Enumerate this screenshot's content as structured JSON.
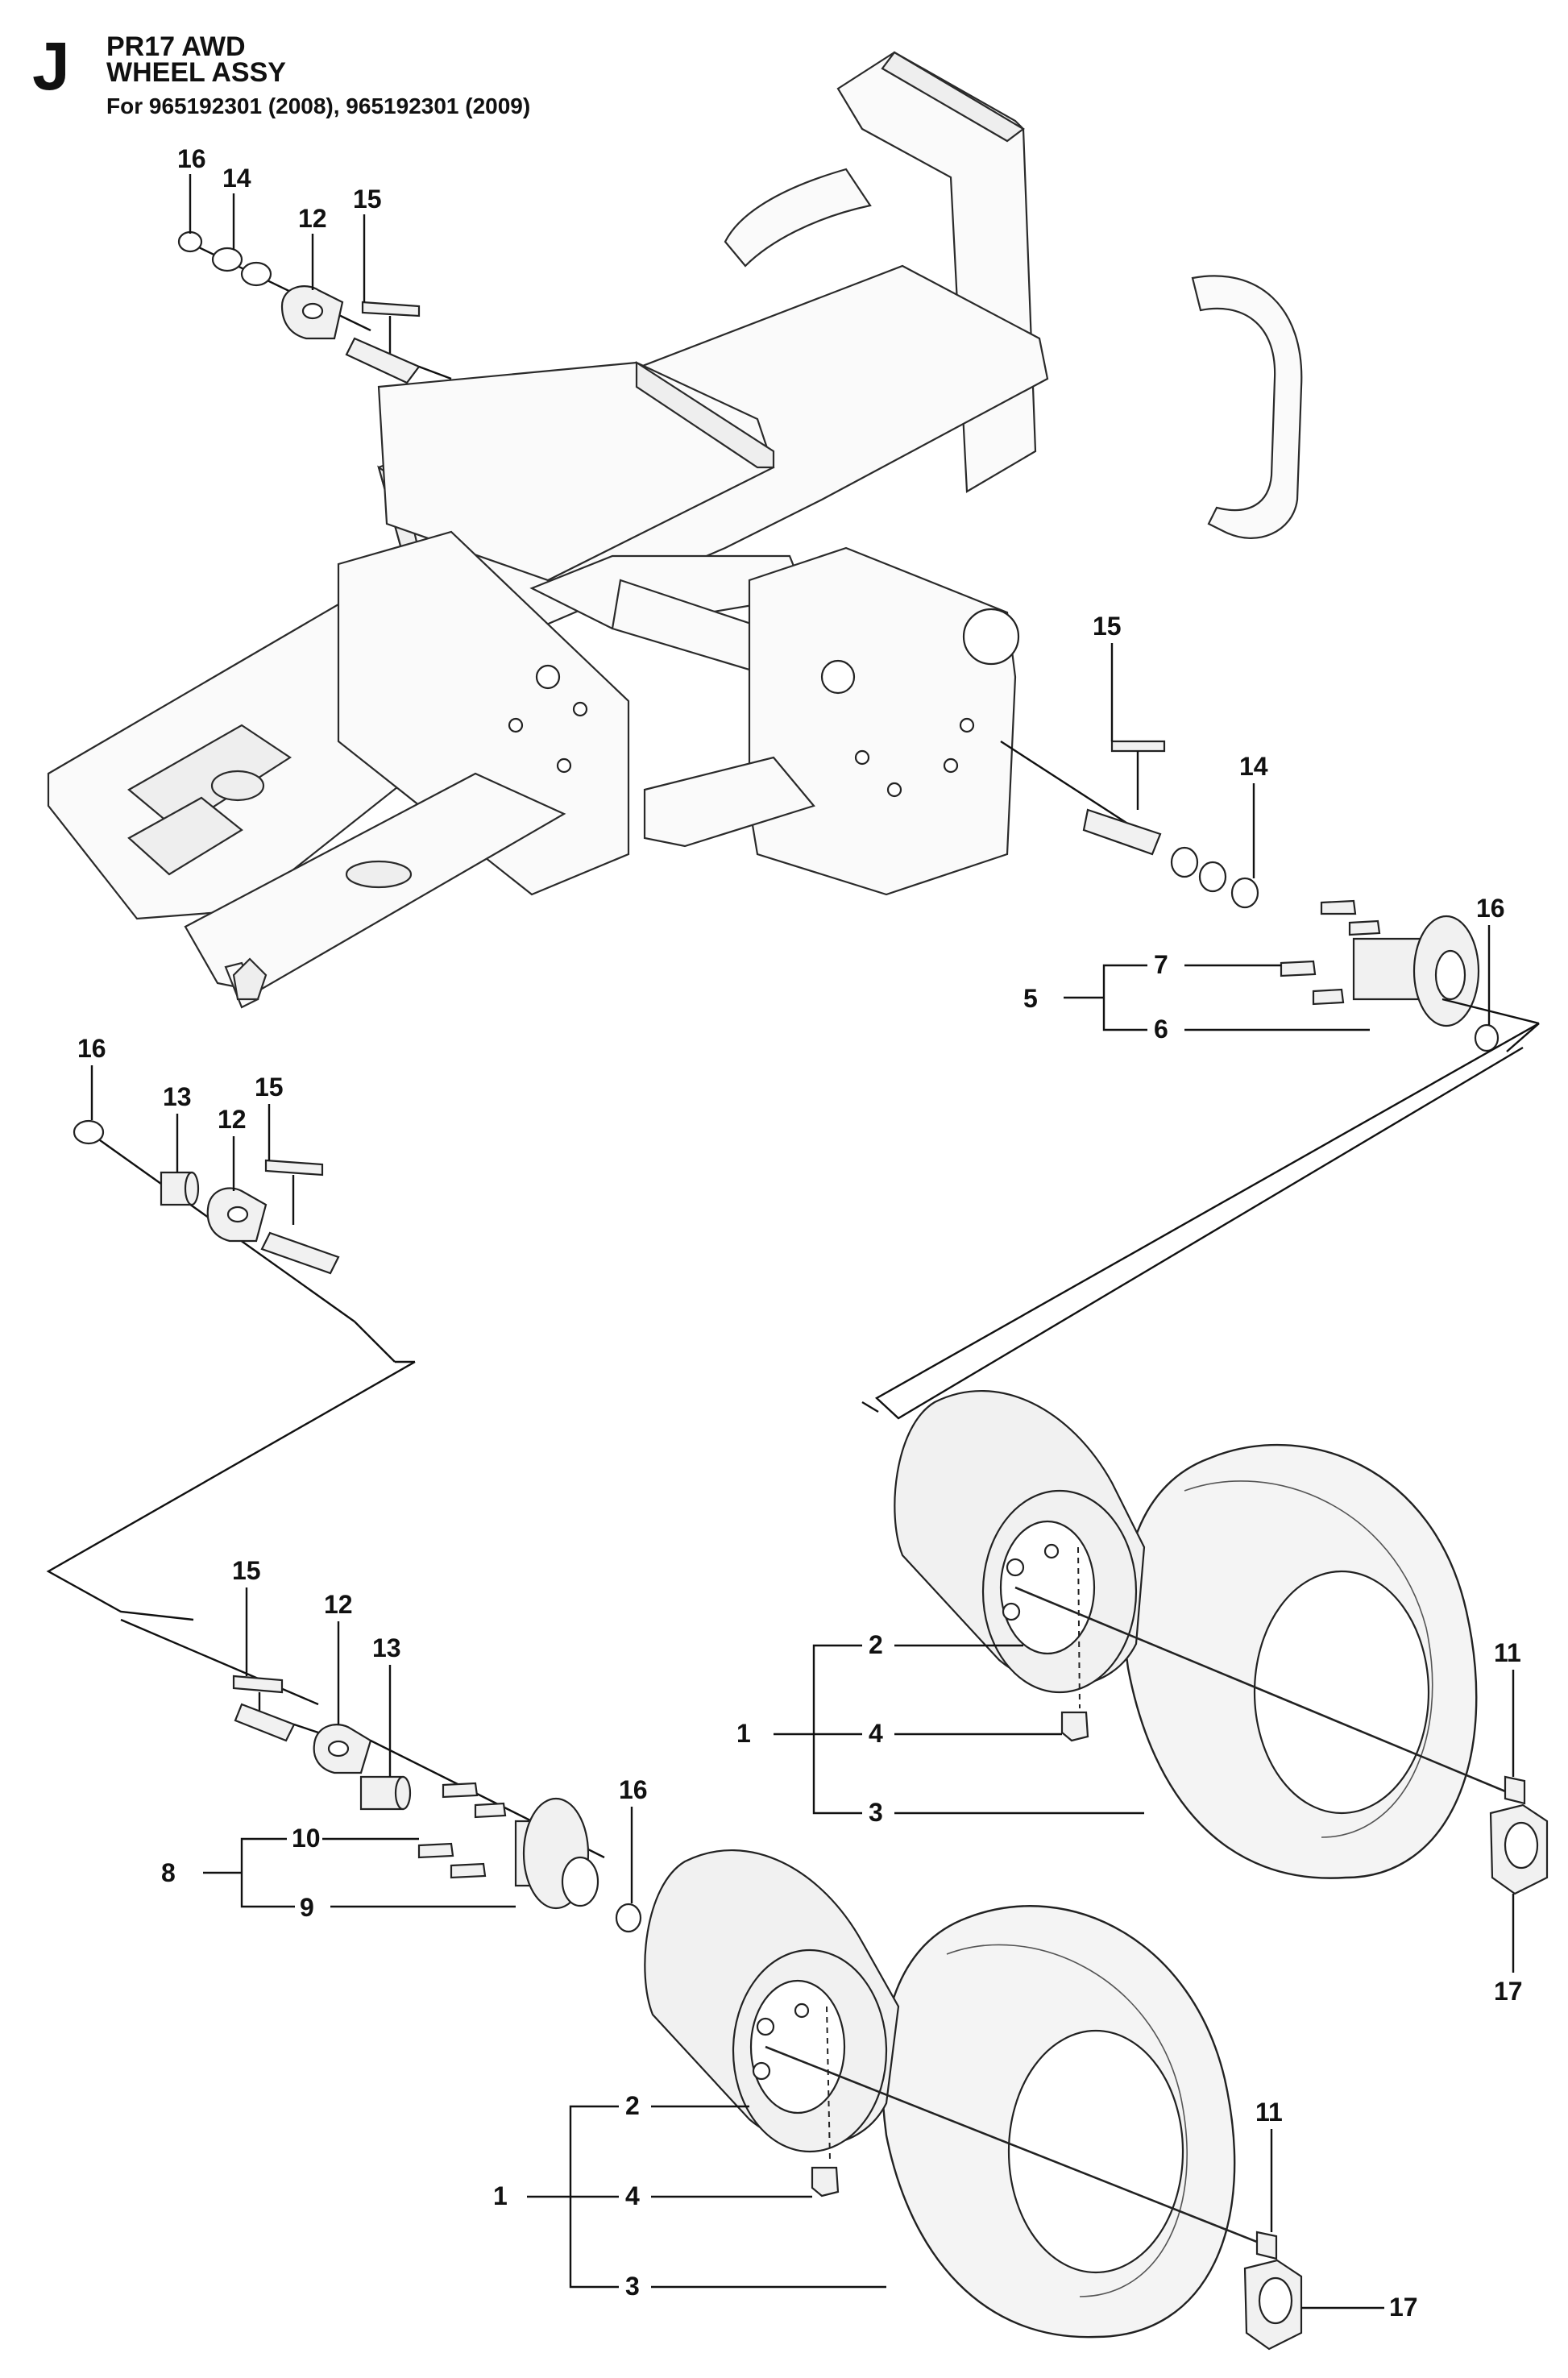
{
  "header": {
    "section_letter": "J",
    "model": "PR17 AWD",
    "assembly": "WHEEL ASSY",
    "applies_to": "For 965192301 (2008), 965192301 (2009)"
  },
  "callouts": {
    "top_left": {
      "c16": "16",
      "c14": "14",
      "c12": "12",
      "c15": "15"
    },
    "right_hub": {
      "c15": "15",
      "c14": "14",
      "c16": "16",
      "c7": "7",
      "c5": "5",
      "c6": "6"
    },
    "mid_left": {
      "c16": "16",
      "c13": "13",
      "c12": "12",
      "c15": "15"
    },
    "lower_left_axle": {
      "c15": "15",
      "c12": "12",
      "c13": "13",
      "c16": "16",
      "c10": "10",
      "c8": "8",
      "c9": "9"
    },
    "upper_wheel": {
      "c2": "2",
      "c1": "1",
      "c4": "4",
      "c3": "3",
      "c11": "11",
      "c17": "17"
    },
    "lower_wheel": {
      "c2": "2",
      "c1": "1",
      "c4": "4",
      "c3": "3",
      "c11": "11",
      "c17": "17"
    }
  }
}
